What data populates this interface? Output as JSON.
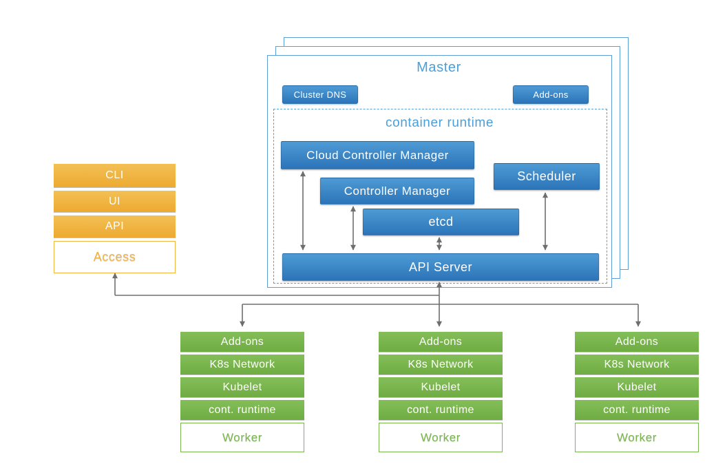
{
  "colors": {
    "blue_box_top": "#4E9BD5",
    "blue_box_bottom": "#2C74B8",
    "blue_border": "#5B9FD6",
    "blue_text": "#4A9FD8",
    "orange_top": "#F3C055",
    "orange_bottom": "#EDAA31",
    "orange_accent": "#F0B440",
    "green_top": "#84BE59",
    "green_bottom": "#6FAC42",
    "green_accent": "#7AB64E",
    "arrow_gray": "#6E6E6E"
  },
  "master": {
    "title": "Master",
    "cluster_dns_label": "Cluster DNS",
    "addons_label": "Add-ons",
    "container_runtime_title": "container runtime",
    "components": {
      "cloud_controller_manager": "Cloud Controller Manager",
      "controller_manager": "Controller Manager",
      "scheduler": "Scheduler",
      "etcd": "etcd",
      "api_server": "API Server"
    }
  },
  "access": {
    "items": [
      "CLI",
      "UI",
      "API"
    ],
    "label": "Access"
  },
  "workers": {
    "count": 3,
    "segments": [
      "Add-ons",
      "K8s Network",
      "Kubelet",
      "cont. runtime"
    ],
    "label": "Worker"
  }
}
